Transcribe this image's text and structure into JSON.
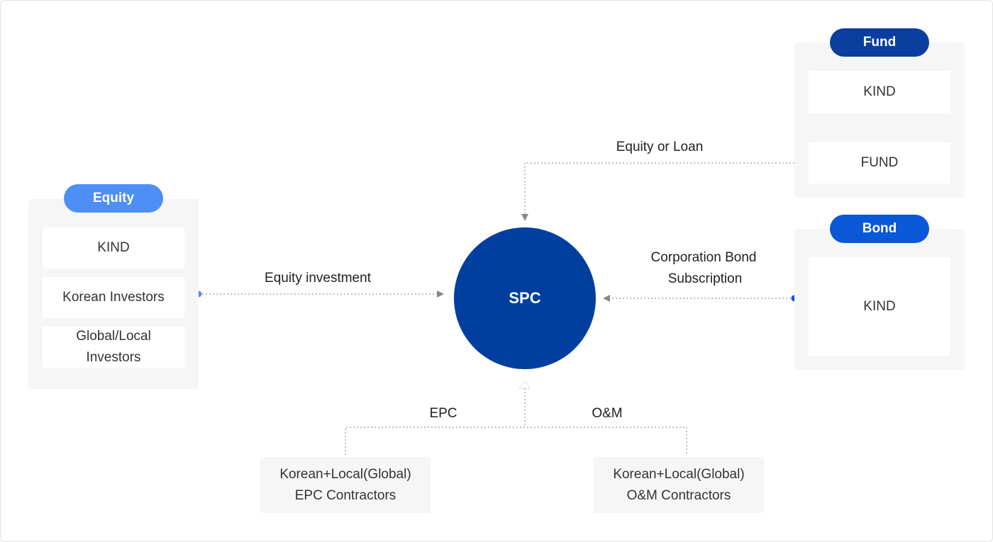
{
  "colors": {
    "equity": "#4d8ff5",
    "fund": "#0b3e9e",
    "bond": "#0a57d8",
    "spc": "#003fa0",
    "line": "#999999"
  },
  "equity": {
    "title": "Equity",
    "items": [
      "KIND",
      "Korean Investors",
      "Global/Local\nInvestors"
    ]
  },
  "fund": {
    "title": "Fund",
    "items": [
      "KIND",
      "FUND"
    ]
  },
  "bond": {
    "title": "Bond",
    "items": [
      "KIND"
    ]
  },
  "center": {
    "label": "SPC"
  },
  "flows": {
    "equity_investment": "Equity investment",
    "equity_or_loan": "Equity or Loan",
    "corp_bond_line1": "Corporation Bond",
    "corp_bond_line2": "Subscription",
    "epc": "EPC",
    "om": "O&M"
  },
  "contractors": {
    "epc_line1": "Korean+Local(Global)",
    "epc_line2": "EPC Contractors",
    "om_line1": "Korean+Local(Global)",
    "om_line2": "O&M Contractors"
  },
  "icons": {
    "down_arrow": "arrow-down-icon"
  }
}
